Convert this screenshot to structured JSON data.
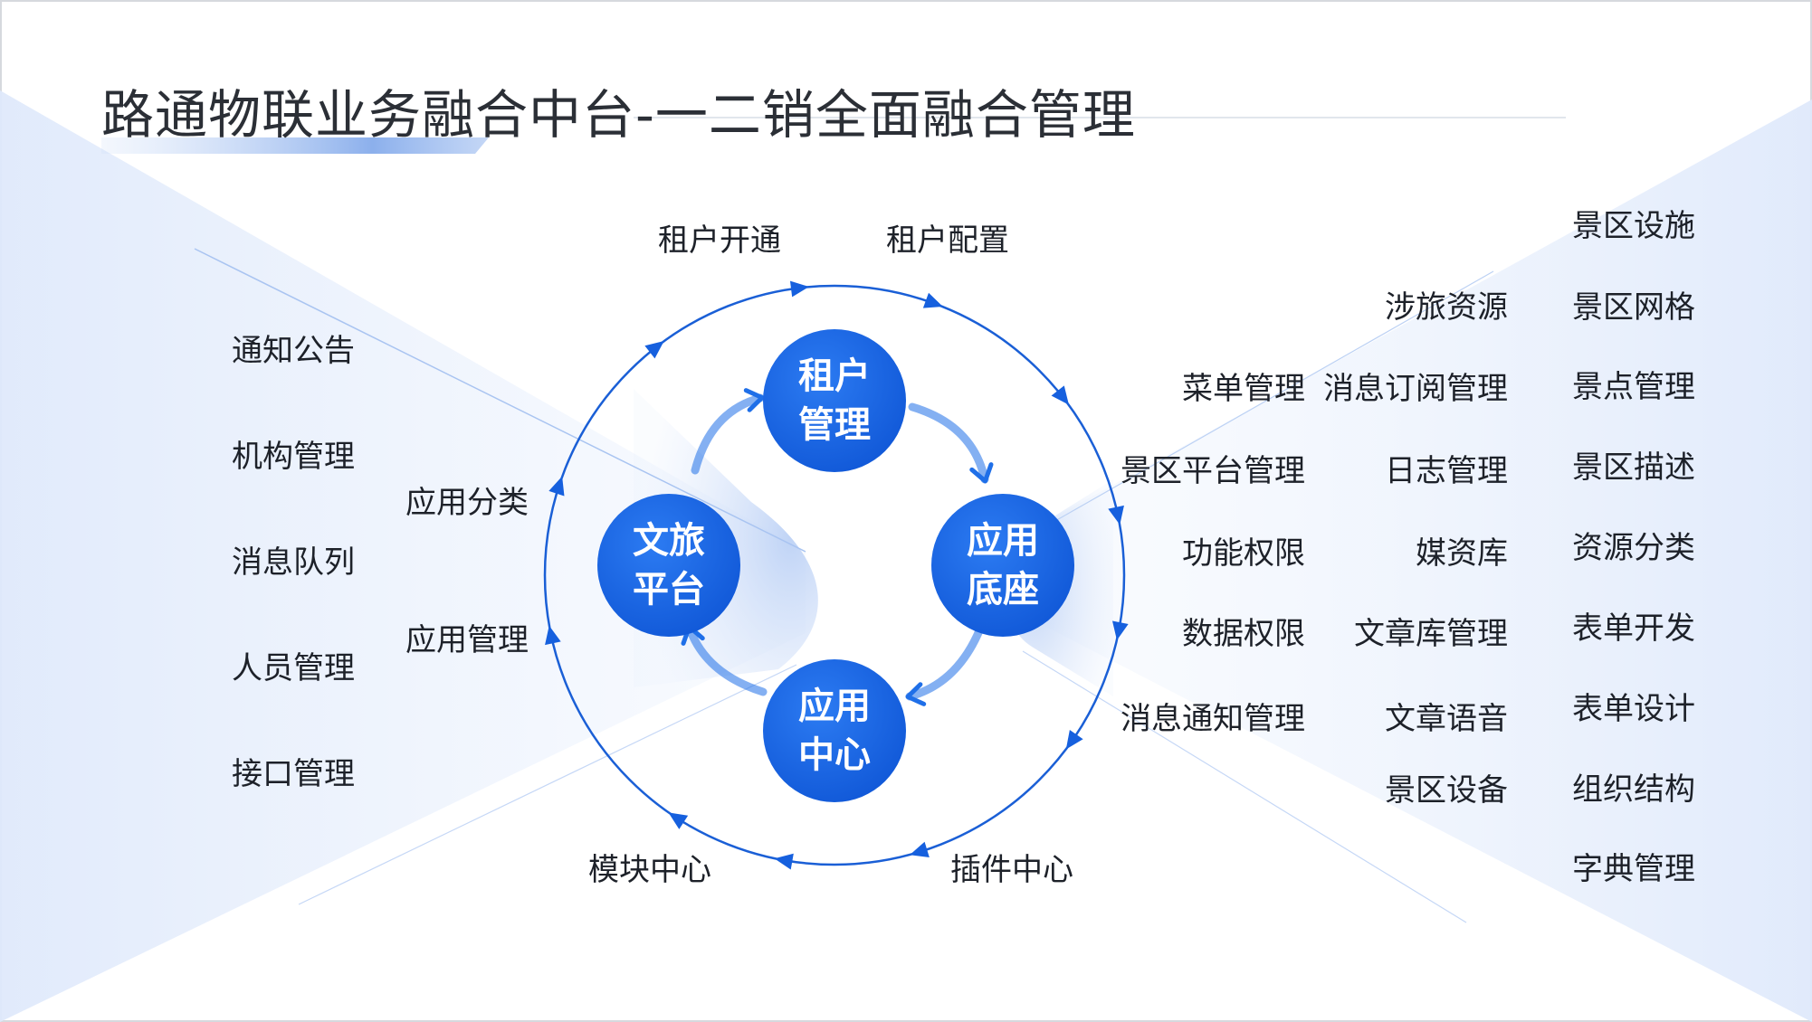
{
  "title": "路通物联业务融合中台-一二销全面融合管理",
  "colors": {
    "node_fill": "#1464e6",
    "ring_stroke": "#1a5fd6",
    "arrow_fill": "#1660de",
    "title_text": "#2b2f36",
    "label_text": "#1d2129",
    "band_tint": "#dbe7fb"
  },
  "nodes": [
    {
      "lines": [
        "租户",
        "管理"
      ]
    },
    {
      "lines": [
        "应用",
        "底座"
      ]
    },
    {
      "lines": [
        "应用",
        "中心"
      ]
    },
    {
      "lines": [
        "文旅",
        "平台"
      ]
    }
  ],
  "ring_labels": {
    "top_left": "租户开通",
    "top_right": "租户配置",
    "bottom_left": "模块中心",
    "bottom_right": "插件中心",
    "left_upper": "应用分类",
    "left_lower": "应用管理"
  },
  "left_list": [
    "通知公告",
    "机构管理",
    "消息队列",
    "人员管理",
    "接口管理"
  ],
  "right_col1": [
    "菜单管理",
    "景区平台管理",
    "功能权限",
    "数据权限",
    "消息通知管理"
  ],
  "right_col2": [
    "涉旅资源",
    "消息订阅管理",
    "日志管理",
    "媒资库",
    "文章库管理",
    "文章语音",
    "景区设备"
  ],
  "right_col3": [
    "景区设施",
    "景区网格",
    "景点管理",
    "景区描述",
    "资源分类",
    "表单开发",
    "表单设计",
    "组织结构",
    "字典管理"
  ]
}
